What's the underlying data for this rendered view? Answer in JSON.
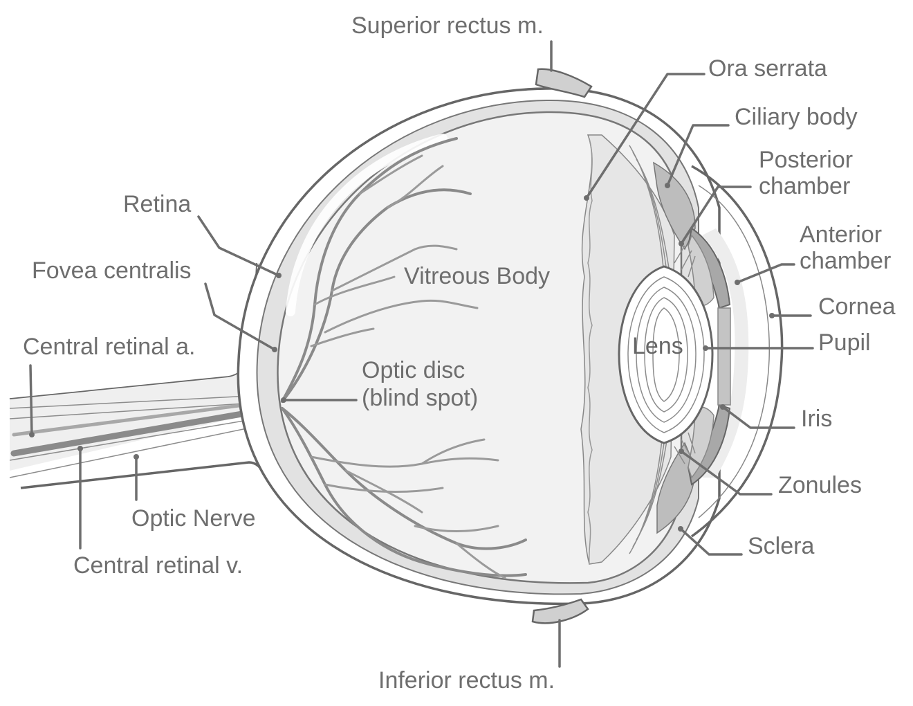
{
  "labels": {
    "superior_rectus": "Superior rectus m.",
    "ora_serrata": "Ora serrata",
    "ciliary_body": "Ciliary body",
    "posterior_chamber_1": "Posterior",
    "posterior_chamber_2": "chamber",
    "anterior_chamber_1": "Anterior",
    "anterior_chamber_2": "chamber",
    "cornea": "Cornea",
    "pupil": "Pupil",
    "iris": "Iris",
    "zonules": "Zonules",
    "sclera": "Sclera",
    "inferior_rectus": "Inferior rectus m.",
    "retina": "Retina",
    "fovea_centralis": "Fovea centralis",
    "central_retinal_a": "Central retinal a.",
    "optic_nerve": "Optic Nerve",
    "central_retinal_v": "Central retinal v.",
    "vitreous_body": "Vitreous Body",
    "optic_disc_1": "Optic disc",
    "optic_disc_2": "(blind spot)",
    "lens": "Lens"
  },
  "colors": {
    "line": "#6e6e6e",
    "sclera_fill": "#ffffff",
    "vitreous_fill": "#f2f2f2",
    "tissue_fill": "#d6d6d6",
    "lens_fill": "#ffffff"
  }
}
